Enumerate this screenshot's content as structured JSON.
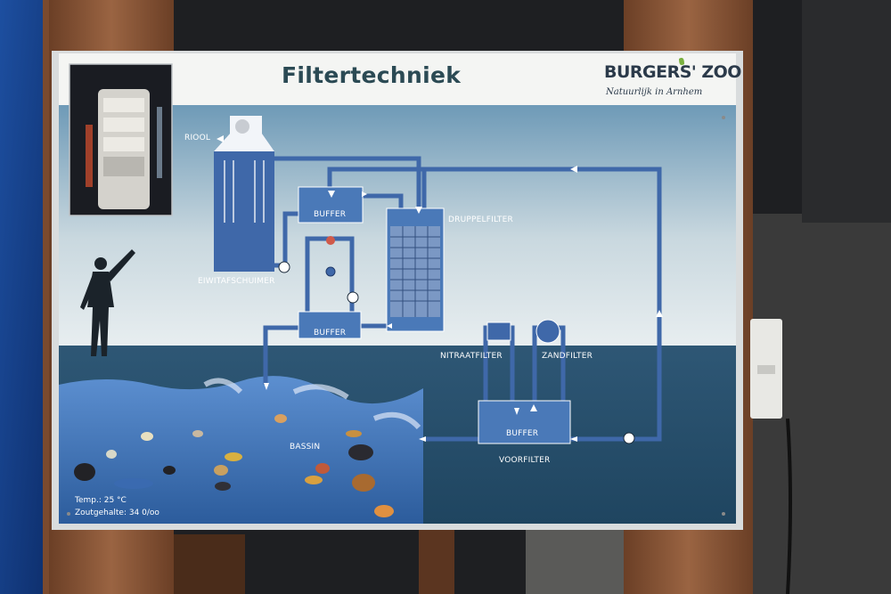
{
  "sign": {
    "title": "Filtertechniek",
    "brand": "BURGERS' ZOO",
    "tagline": "Natuurlijk in Arnhem"
  },
  "diagram": {
    "labels": {
      "riool": "RIOOL",
      "eiwitafschuimer": "EIWITAFSCHUIMER",
      "buffer_top": "BUFFER",
      "buffer_mid": "BUFFER",
      "buffer_bottom": "BUFFER",
      "druppelfilter": "DRUPPELFILTER",
      "nitraatfilter": "NITRAATFILTER",
      "zandfilter": "ZANDFILTER",
      "voorfilter": "VOORFILTER",
      "bassin": "BASSIN"
    },
    "temperature": "Temp.: 25 °C",
    "salinity": "Zoutgehalte:   34 0/oo"
  },
  "colors": {
    "board_frame": "#8a5a3a",
    "sign_header": "#f4f5f3",
    "sky_top": "#6a97b5",
    "sky_bottom": "#dfe7ea",
    "sea": "#2d5672",
    "pipe": "#3f68a9",
    "water": "#4a79b8"
  }
}
